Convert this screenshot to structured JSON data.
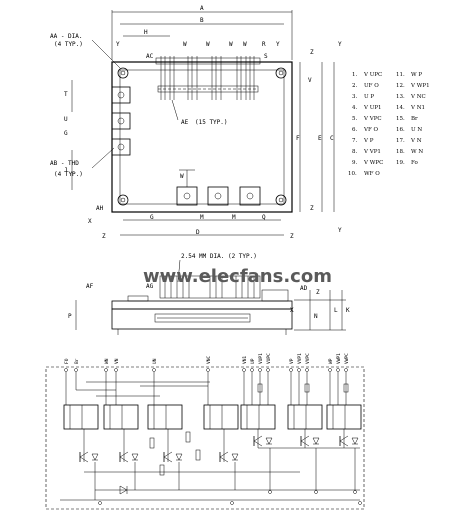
{
  "dimension_letters": {
    "A": "A",
    "B": "B",
    "C": "C",
    "D": "D",
    "E": "E",
    "F": "F",
    "G": "G",
    "H": "H",
    "J": "J",
    "K": "K",
    "L": "L",
    "M": "M",
    "N": "N",
    "P": "P",
    "Q": "Q",
    "R": "R",
    "S": "S",
    "T": "T",
    "U": "U",
    "V": "V",
    "W": "W",
    "X": "X",
    "Y": "Y",
    "Z": "Z",
    "AA": "AA",
    "AB": "AB",
    "AC": "AC",
    "AD": "AD",
    "AE": "AE",
    "AF": "AF",
    "AG": "AG",
    "AH": "AH"
  },
  "callouts": {
    "aa_dia": "AA - DIA.",
    "aa_typ": "(4 TYP.)",
    "ab_thd": "AB - THD",
    "ab_typ": "(4 TYP.)",
    "ae_typ": "(15 TYP.)",
    "mm_dia": "2.54 MM DIA. (2 TYP.)"
  },
  "pin_list": {
    "left": [
      {
        "num": "1.",
        "name": "V UPC"
      },
      {
        "num": "2.",
        "name": "UF O"
      },
      {
        "num": "3.",
        "name": "U P"
      },
      {
        "num": "4.",
        "name": "V UP1"
      },
      {
        "num": "5.",
        "name": "V VPC"
      },
      {
        "num": "6.",
        "name": "VF O"
      },
      {
        "num": "7.",
        "name": "V P"
      },
      {
        "num": "8.",
        "name": "V VP1"
      },
      {
        "num": "9.",
        "name": "V WPC"
      },
      {
        "num": "10.",
        "name": "WF O"
      }
    ],
    "right": [
      {
        "num": "11.",
        "name": "W P"
      },
      {
        "num": "12.",
        "name": "V WP1"
      },
      {
        "num": "13.",
        "name": "V NC"
      },
      {
        "num": "14.",
        "name": "V N1"
      },
      {
        "num": "15.",
        "name": "Br"
      },
      {
        "num": "16.",
        "name": "U N"
      },
      {
        "num": "17.",
        "name": "V N"
      },
      {
        "num": "18.",
        "name": "W N"
      },
      {
        "num": "19.",
        "name": "Fo"
      }
    ]
  },
  "schematic_labels": [
    "FO",
    "Br",
    "WN",
    "VN",
    "UN",
    "VNC",
    "VN1",
    "UP",
    "VUP1",
    "VUPC",
    "VP",
    "VVP1",
    "VVPC",
    "WP",
    "VWP1",
    "VWPC"
  ],
  "watermark": "www.elecfans.com"
}
